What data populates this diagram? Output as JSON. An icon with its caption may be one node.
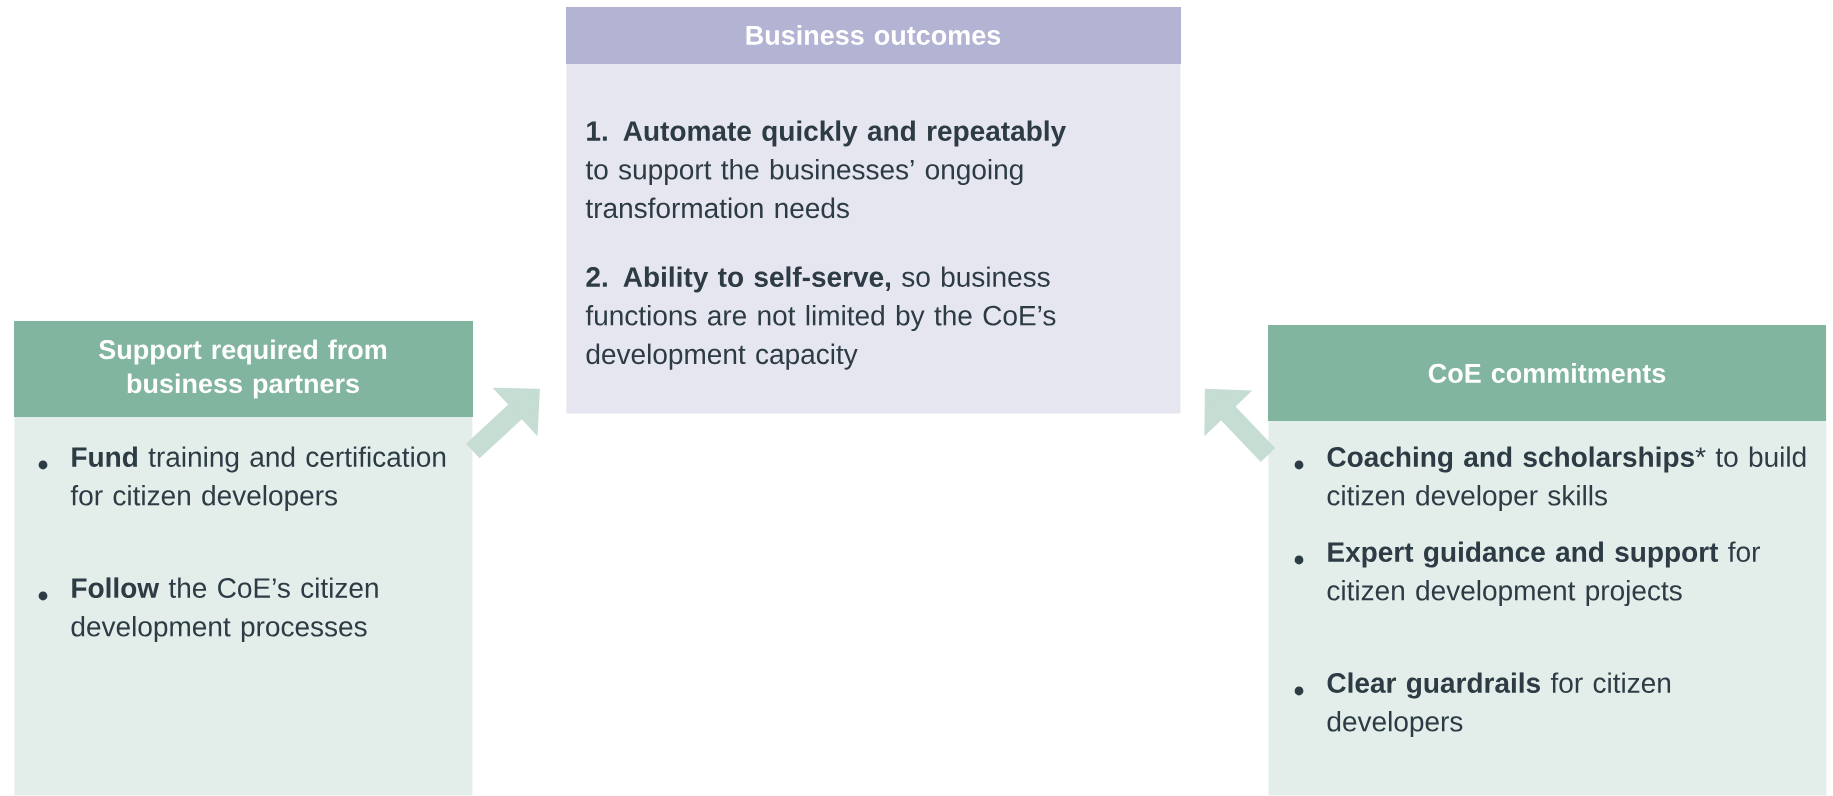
{
  "diagram": {
    "nodes": [
      {
        "text": [
          "Business outcomes",
          "**1. Automate quickly and repeatably** to support the businesses’ ongoing transformation needs",
          "**2. Ability to self-serve,** so business functions are not limited by the CoE’s development capacity"
        ]
      },
      {
        "text": [
          "Support required from business partners",
          "**Fund** training and certification for citizen developers",
          "**Follow** the CoE’s citizen development processes"
        ]
      },
      {
        "text": [
          "CoE commitments",
          "**Coaching and scholarships*** to build citizen developer skills",
          "**Expert guidance and support** for citizen development projects",
          "**Clear guardrails** for citizen developers"
        ]
      }
    ],
    "edges": [
      {
        "from": 1,
        "to": 0,
        "arrow": "to"
      },
      {
        "from": 2,
        "to": 0,
        "arrow": "to"
      }
    ]
  }
}
